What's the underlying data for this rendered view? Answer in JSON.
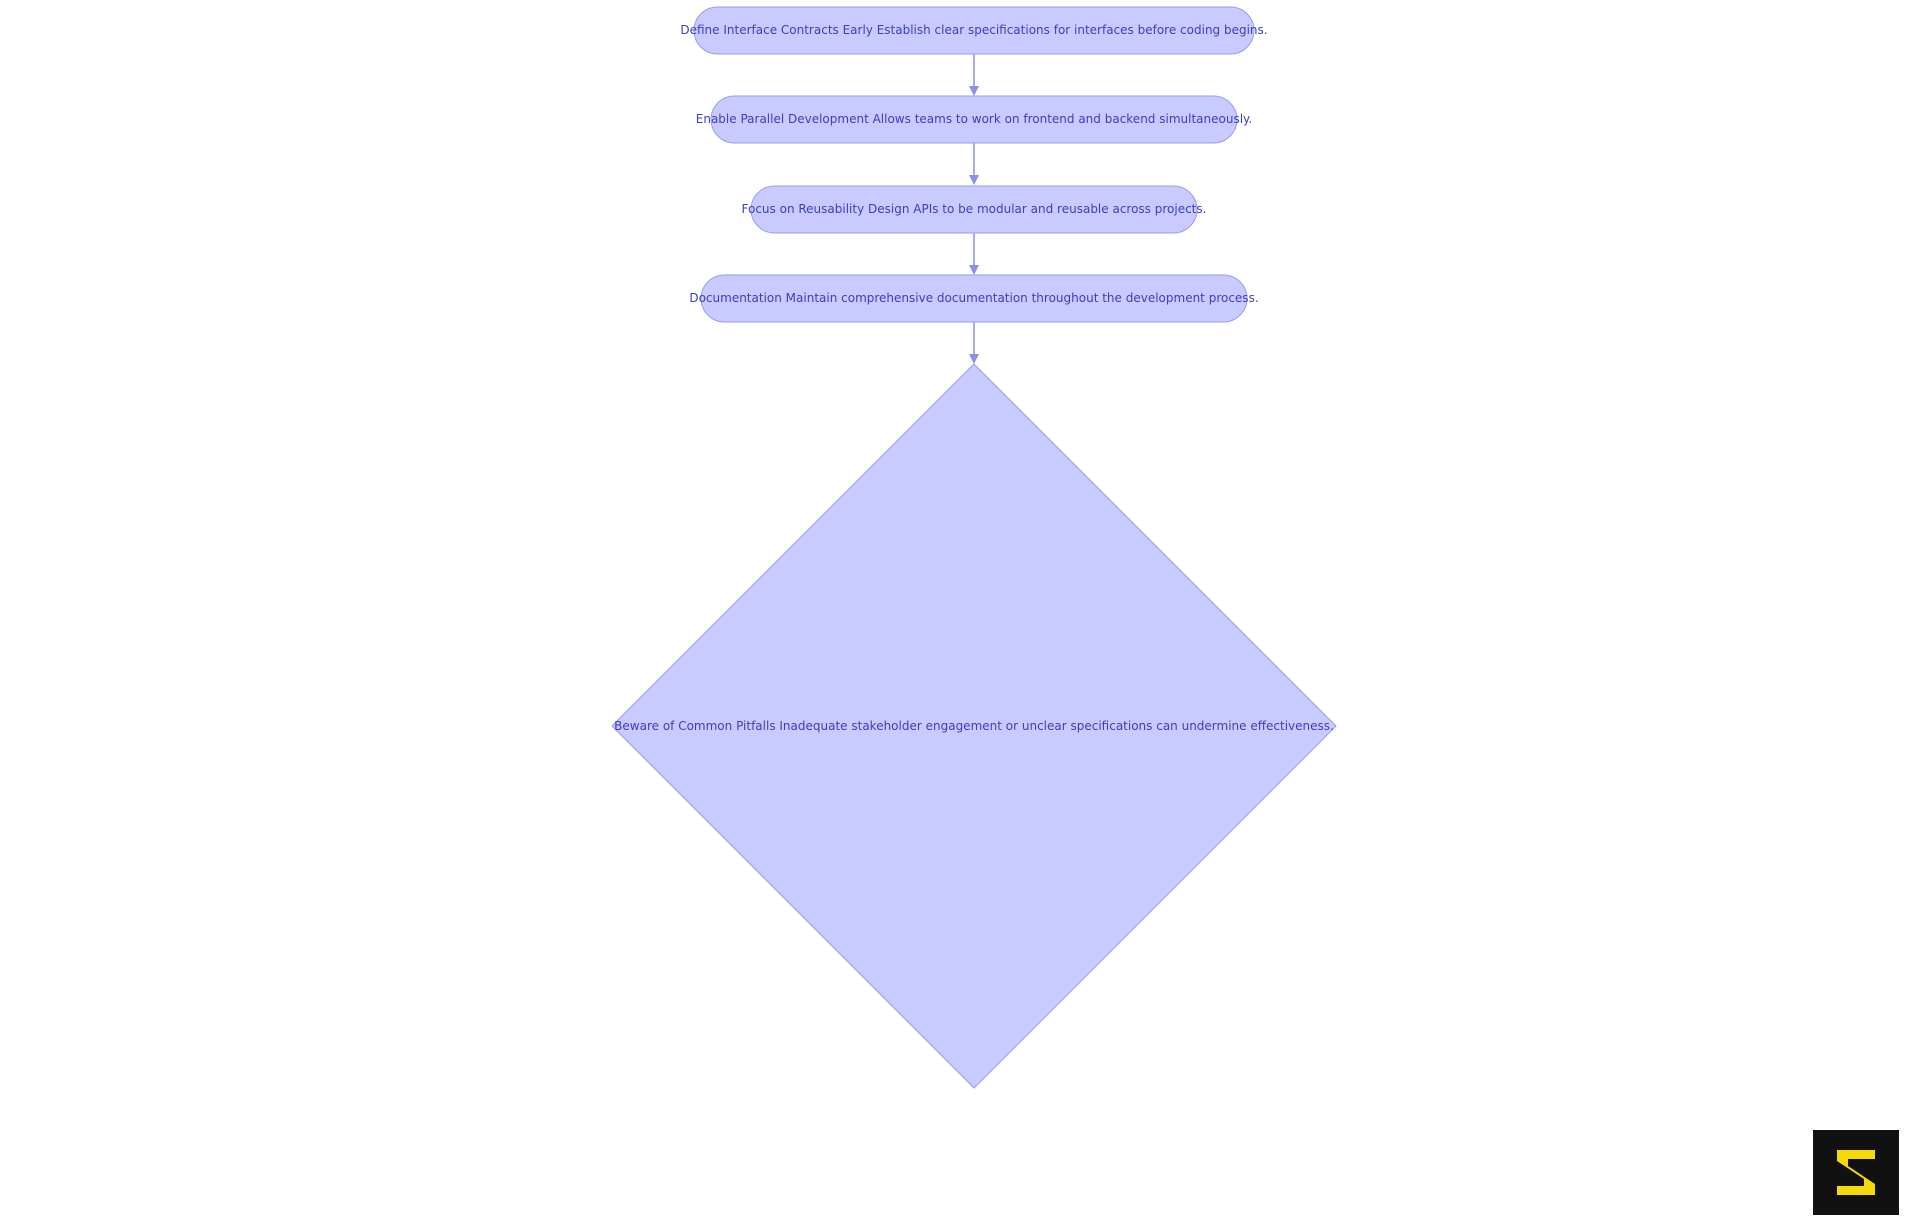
{
  "flowchart": {
    "nodes": [
      {
        "id": "n1",
        "shape": "rounded",
        "text": "Define Interface Contracts Early Establish clear specifications for interfaces before coding begins."
      },
      {
        "id": "n2",
        "shape": "rounded",
        "text": "Enable Parallel Development Allows teams to work on frontend and backend simultaneously."
      },
      {
        "id": "n3",
        "shape": "rounded",
        "text": "Focus on Reusability Design APIs to be modular and reusable across projects."
      },
      {
        "id": "n4",
        "shape": "rounded",
        "text": "Documentation Maintain comprehensive documentation throughout the development process."
      },
      {
        "id": "n5",
        "shape": "diamond",
        "text": "Beware of Common Pitfalls Inadequate stakeholder engagement or unclear specifications can undermine effectiveness."
      }
    ],
    "edges": [
      {
        "from": "n1",
        "to": "n2"
      },
      {
        "from": "n2",
        "to": "n3"
      },
      {
        "from": "n3",
        "to": "n4"
      },
      {
        "from": "n4",
        "to": "n5"
      }
    ]
  },
  "colors": {
    "node_fill": "#c9caff",
    "node_stroke": "#9a9bef",
    "node_text": "#3c3fbf",
    "edge": "#8d8fe6",
    "logo_background": "#111111",
    "logo_mark": "#f5d90a"
  },
  "logo": {
    "icon": "s-logo-icon"
  }
}
